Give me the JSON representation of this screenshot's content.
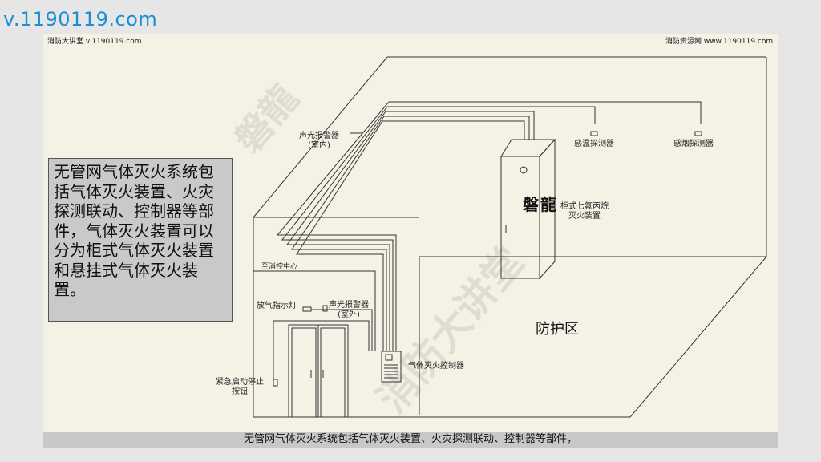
{
  "site_url": "v.1190119.com",
  "header_left": "消防大讲堂 v.1190119.com",
  "header_right": "消防资源网  www.1190119.com",
  "watermarks": [
    "磐龍",
    "消防大讲堂"
  ],
  "logo_text": "磐龍",
  "labels": {
    "alarm_indoor": "声光报警器\n(室内)",
    "temp_detector": "感温探测器",
    "smoke_detector": "感烟探测器",
    "cabinet": "柜式七氟丙烷\n灭火装置",
    "to_control_center": "至消控中心",
    "release_light": "放气指示灯",
    "alarm_outdoor": "声光报警器\n(室外)",
    "protection_zone": "防护区",
    "controller": "气体灭火控制器",
    "emergency_button": "紧急启动停止\n按钮"
  },
  "description": "无管网气体灭火系统包括气体灭火装置、火灾探测联动、控制器等部件，气体灭火装置可以分为柜式气体灭火装置和悬挂式气体灭火装置。",
  "caption": "无管网气体灭火系统包括气体灭火装置、火灾探测联动、控制器等部件，"
}
